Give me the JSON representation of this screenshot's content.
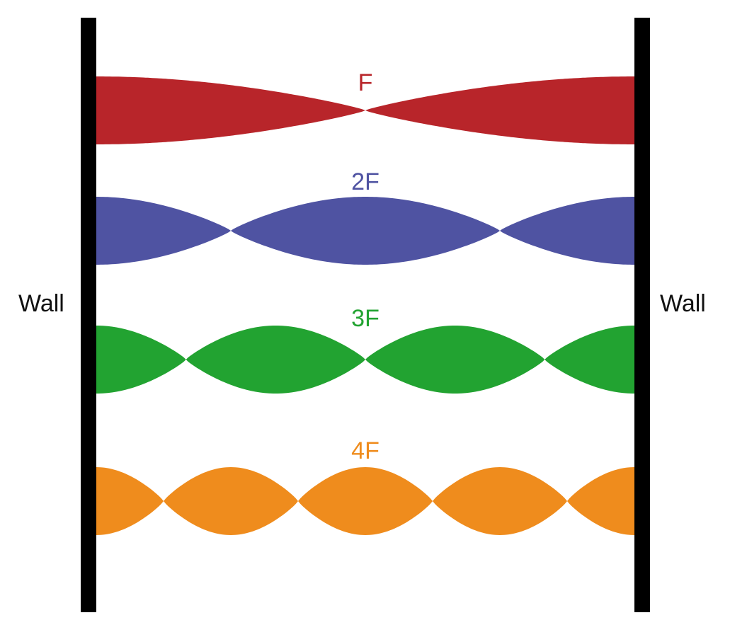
{
  "walls": {
    "left_label": "Wall",
    "right_label": "Wall",
    "color": "#000000"
  },
  "modes": [
    {
      "label": "F",
      "harmonic": 1,
      "color": "#b8252a"
    },
    {
      "label": "2F",
      "harmonic": 2,
      "color": "#4f53a2"
    },
    {
      "label": "3F",
      "harmonic": 3,
      "color": "#22a331"
    },
    {
      "label": "4F",
      "harmonic": 4,
      "color": "#ef8c1d"
    }
  ]
}
